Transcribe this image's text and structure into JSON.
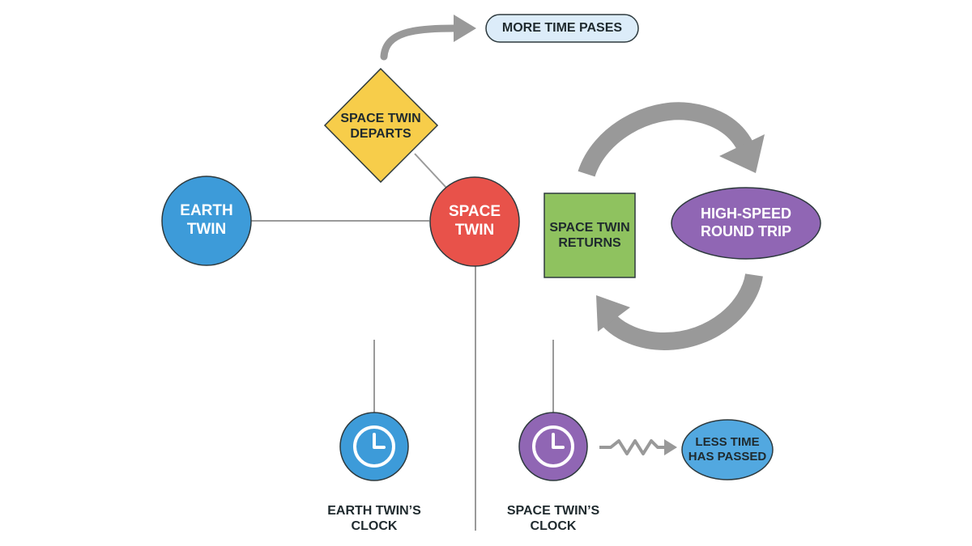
{
  "colors": {
    "earth_twin": "#3d9bd9",
    "space_twin": "#e8524a",
    "departs": "#f7cd4a",
    "returns": "#8fc25f",
    "round_trip": "#9066b4",
    "earth_clock": "#3d9bd9",
    "space_clock": "#9066b4",
    "less_time": "#52a8e0",
    "more_time": "#dcecf9",
    "arrows": "#999999",
    "lines": "#9a9a9a",
    "outline": "#2e3a3e"
  },
  "icons": {
    "earth_clock": "clock-icon",
    "space_clock": "clock-icon",
    "cycle": "circular-arrows-icon",
    "curved_arrow": "curved-arrow-icon",
    "zigzag_arrow": "zigzag-arrow-icon"
  },
  "nodes": {
    "earth_twin": {
      "line1": "EARTH",
      "line2": "TWIN"
    },
    "space_twin": {
      "line1": "SPACE",
      "line2": "TWIN"
    },
    "departs": {
      "line1": "SPACE TWIN",
      "line2": "DEPARTS"
    },
    "returns": {
      "line1": "SPACE TWIN",
      "line2": "RETURNS"
    },
    "round_trip": {
      "line1": "HIGH-SPEED",
      "line2": "ROUND TRIP"
    },
    "more_time": {
      "label": "MORE TIME PASES"
    },
    "less_time": {
      "line1": "LESS TIME",
      "line2": "HAS PASSED"
    },
    "earth_clock": {
      "line1": "EARTH TWIN’S",
      "line2": "CLOCK"
    },
    "space_clock": {
      "line1": "SPACE TWIN’S",
      "line2": "CLOCK"
    }
  }
}
